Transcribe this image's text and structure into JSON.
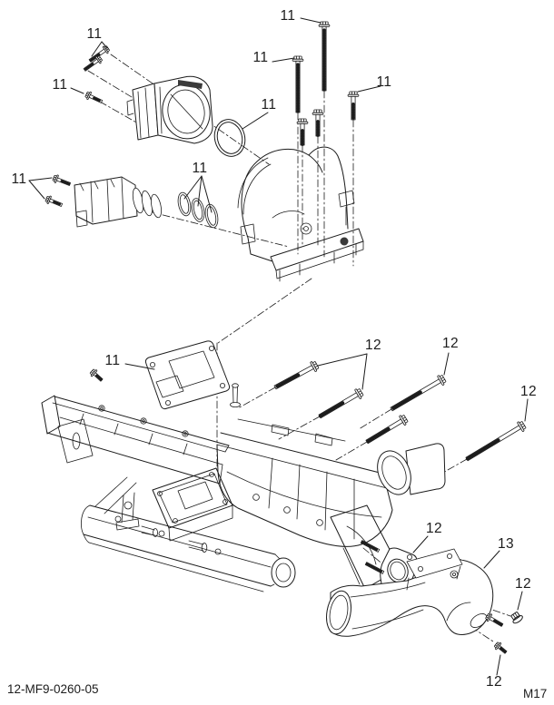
{
  "footer": {
    "left": "12-MF9-0260-05",
    "right": "M17"
  },
  "callouts": [
    {
      "label": "11",
      "target": "throttle-body-mounting-screws-upper"
    },
    {
      "label": "11",
      "target": "throttle-body-screw-left"
    },
    {
      "label": "11",
      "target": "housing-long-bolt-center"
    },
    {
      "label": "11",
      "target": "housing-long-bolt-left"
    },
    {
      "label": "11",
      "target": "housing-bolt-right"
    },
    {
      "label": "11",
      "target": "throttle-body-o-ring"
    },
    {
      "label": "11",
      "target": "actuator-mounting-screws"
    },
    {
      "label": "11",
      "target": "seal-rings"
    },
    {
      "label": "11",
      "target": "adapter-housing-gasket"
    },
    {
      "label": "12",
      "target": "manifold-bolts-pair"
    },
    {
      "label": "12",
      "target": "manifold-bolt-center"
    },
    {
      "label": "12",
      "target": "manifold-bolt-right"
    },
    {
      "label": "12",
      "target": "outlet-flange-gasket"
    },
    {
      "label": "13",
      "target": "air-outlet-elbow-duct"
    },
    {
      "label": "12",
      "target": "elbow-duct-nut"
    },
    {
      "label": "12",
      "target": "elbow-duct-lower-bolt"
    }
  ]
}
